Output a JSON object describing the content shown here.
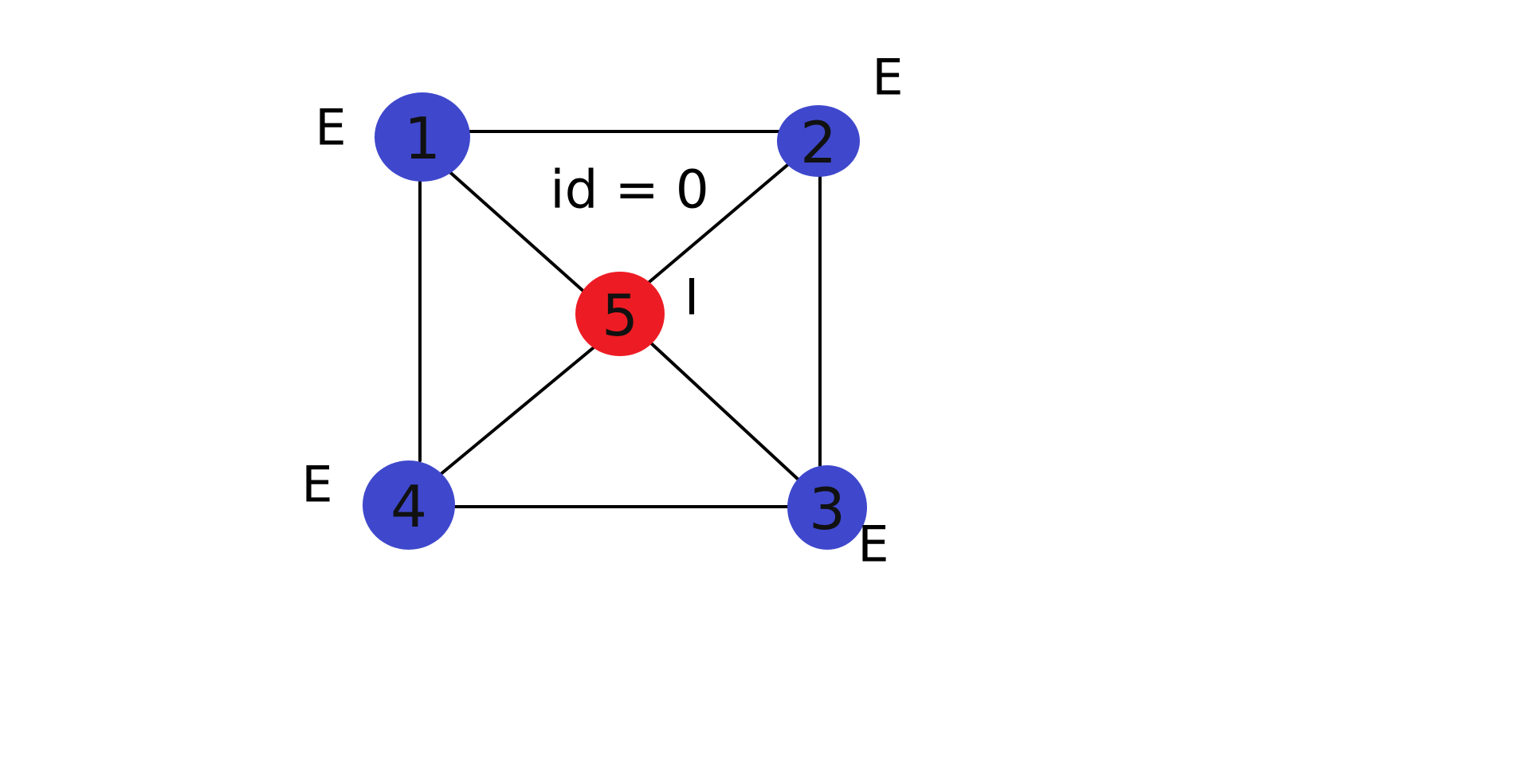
{
  "colors": {
    "node_blue": "#3f48cc",
    "node_red": "#ed1c24",
    "edge": "#000000"
  },
  "nodes": [
    {
      "id": "1",
      "label": "1",
      "state": "E",
      "color": "#3f48cc"
    },
    {
      "id": "2",
      "label": "2",
      "state": "E",
      "color": "#3f48cc"
    },
    {
      "id": "3",
      "label": "3",
      "state": "E",
      "color": "#3f48cc"
    },
    {
      "id": "4",
      "label": "4",
      "state": "E",
      "color": "#3f48cc"
    },
    {
      "id": "5",
      "label": "5",
      "state": "I",
      "color": "#ed1c24"
    }
  ],
  "edges": [
    {
      "from": "1",
      "to": "2"
    },
    {
      "from": "2",
      "to": "3"
    },
    {
      "from": "3",
      "to": "4"
    },
    {
      "from": "4",
      "to": "1"
    },
    {
      "from": "1",
      "to": "5"
    },
    {
      "from": "2",
      "to": "5"
    },
    {
      "from": "3",
      "to": "5"
    },
    {
      "from": "4",
      "to": "5"
    }
  ],
  "caption": "id = 0"
}
